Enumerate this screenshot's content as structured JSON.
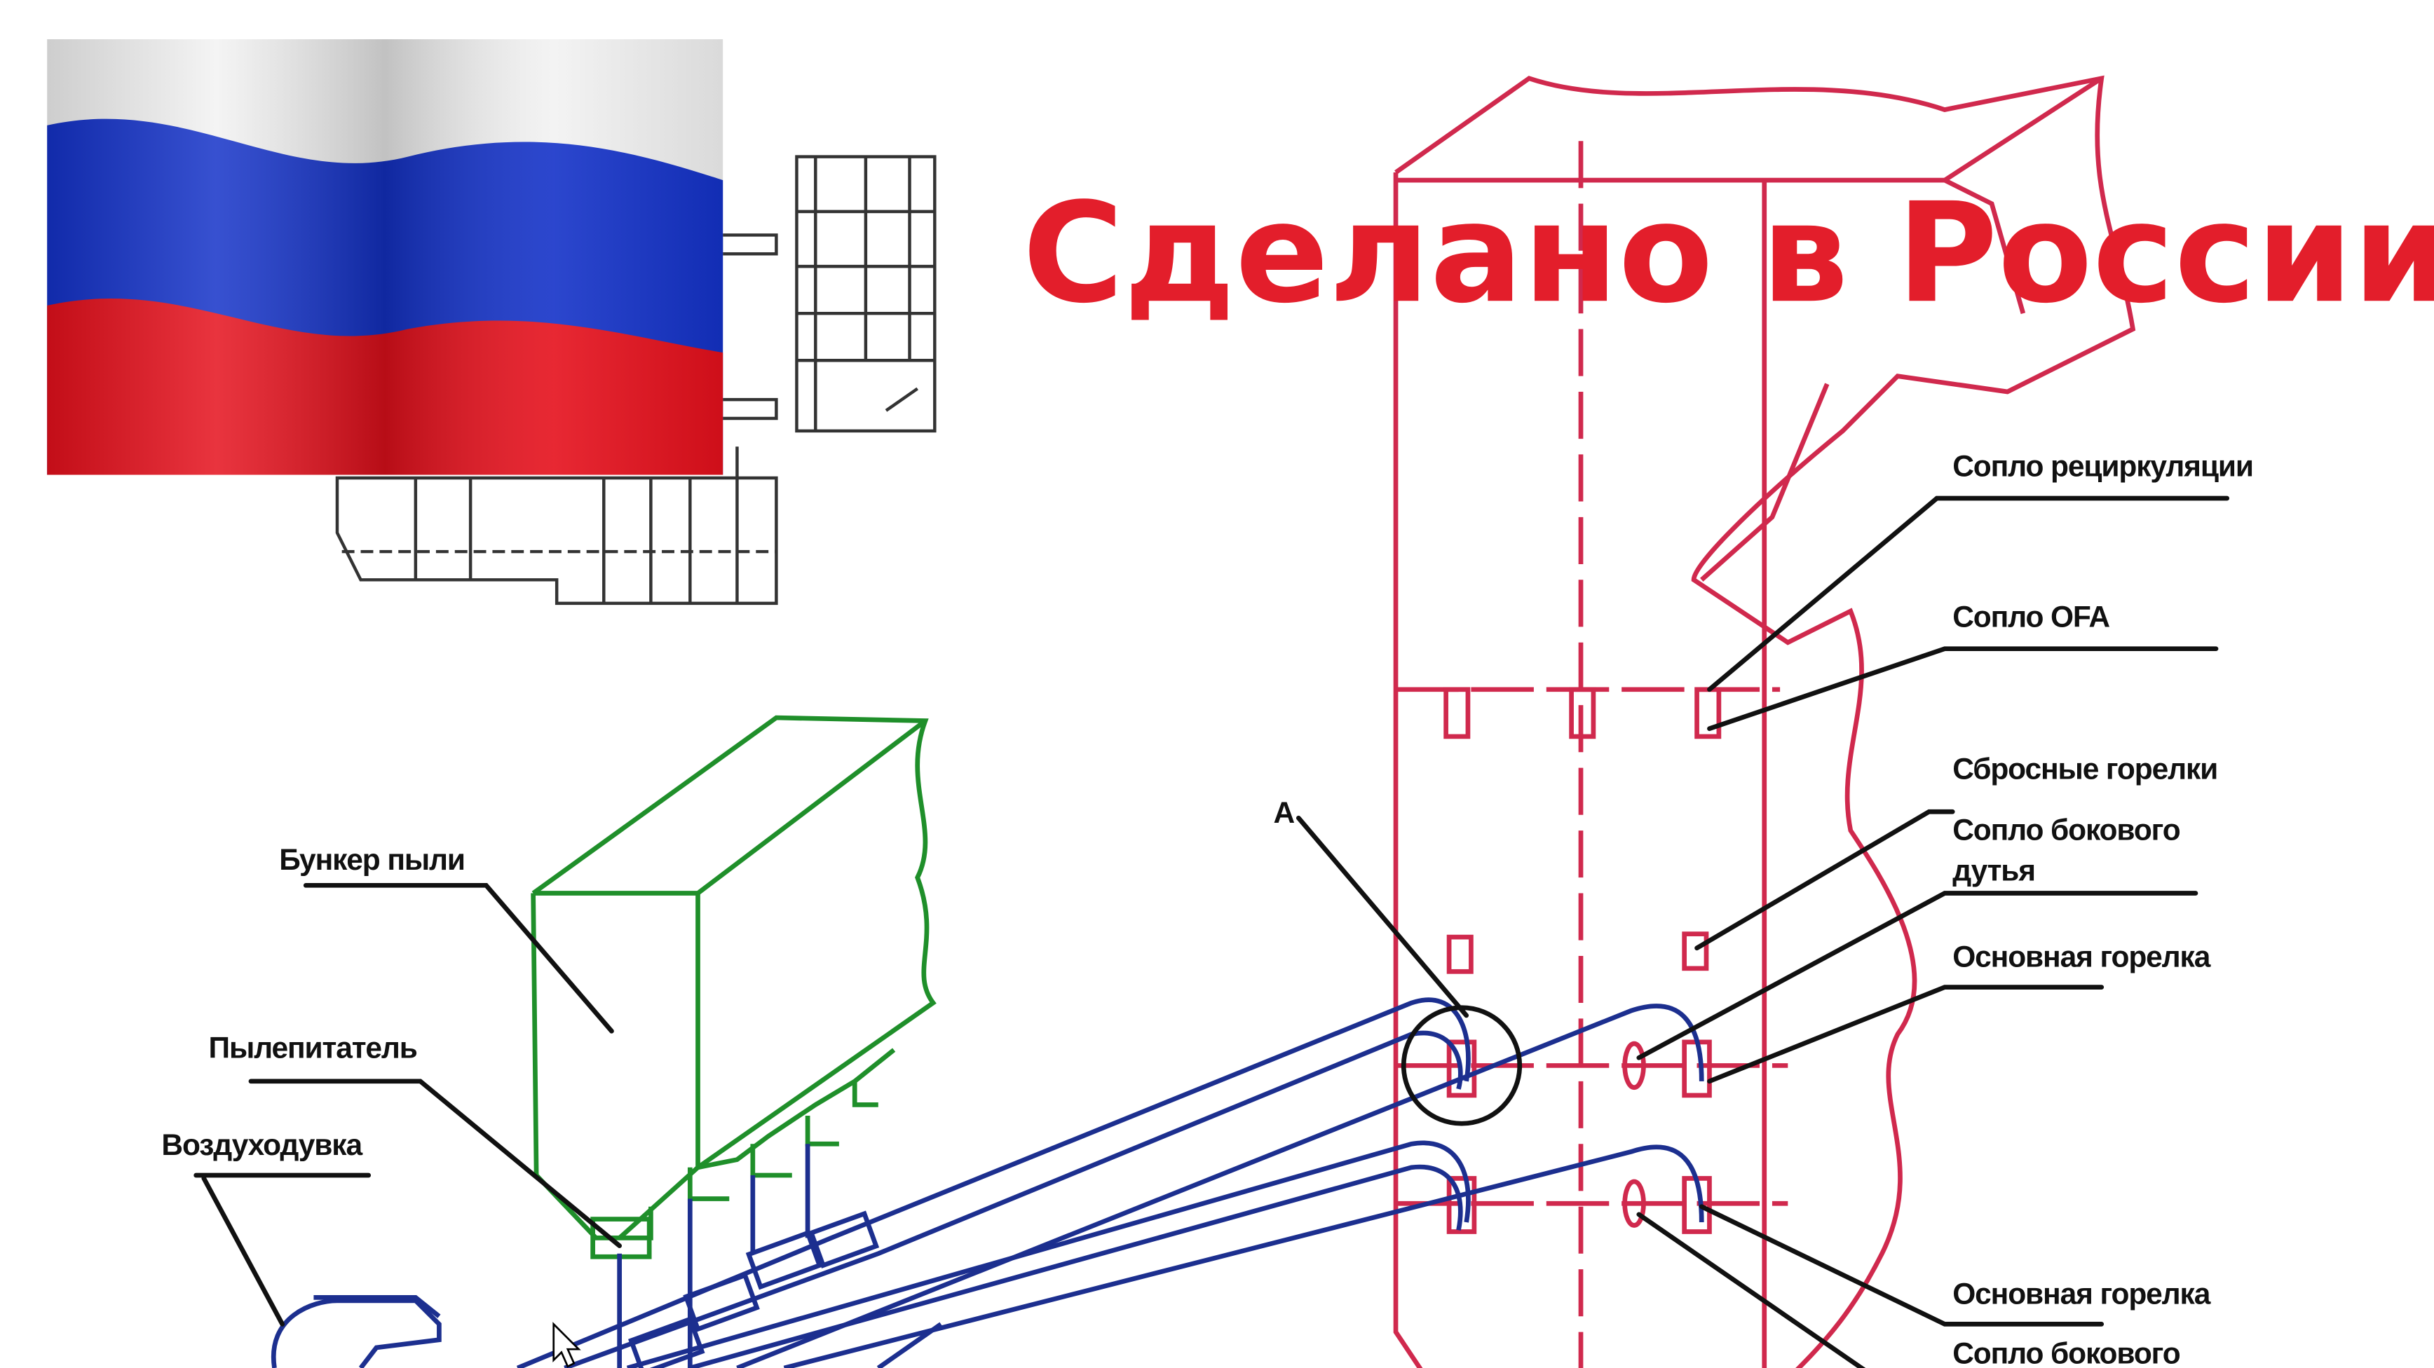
{
  "title": "Сделано в России",
  "colors": {
    "title": "#e31e2b",
    "boiler": "#d0294d",
    "bunker": "#1f8f2a",
    "pipes": "#1c2f8f",
    "flag_white": "#f2f2f2",
    "flag_blue": "#1432c8",
    "flag_red": "#e5101c"
  },
  "flag": {
    "icon": "russian-flag"
  },
  "labels": {
    "recirculation_nozzle": "Сопло рециркуляции",
    "ofa_nozzle": "Сопло OFA",
    "dump_burners": "Сбросные горелки",
    "side_blast_nozzle_1a": "Сопло бокового",
    "side_blast_nozzle_1b": "дутья",
    "main_burner_1": "Основная горелка",
    "main_burner_2": "Основная горелка",
    "side_blast_nozzle_2": "Сопло бокового",
    "dust_bunker": "Бункер пыли",
    "dust_feeder": "Пылепитатель",
    "blower": "Воздуходувка",
    "detail_marker": "А"
  }
}
